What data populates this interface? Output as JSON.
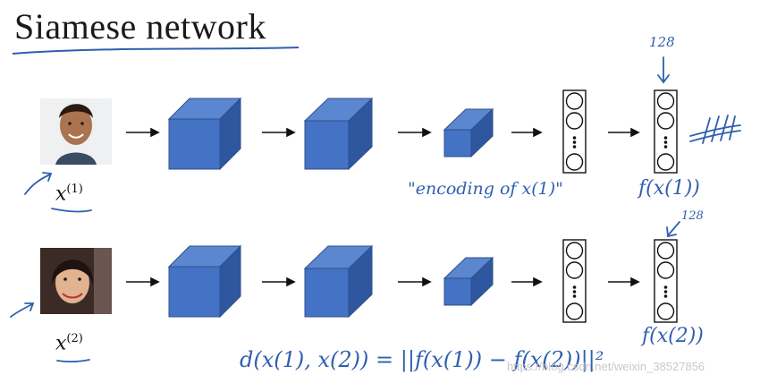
{
  "title": "Siamese network",
  "inputs": [
    {
      "label_base": "x",
      "label_sup": "(1)"
    },
    {
      "label_base": "x",
      "label_sup": "(2)"
    }
  ],
  "annotations": {
    "dim_top": "128",
    "dim_bottom": "128",
    "encoding_note": "\"encoding of x(1)\"",
    "f_top": "f(x(1))",
    "f_bottom": "f(x(2))",
    "distance_eq": "d(x(1), x(2)) = ||f(x(1)) − f(x(2))||²"
  },
  "watermark": "https://blog.csdn.net/weixin_38527856",
  "colors": {
    "cube_front": "#4472c4",
    "cube_top": "#5b86d0",
    "cube_side": "#2f57a0",
    "ink": "#2f5fae"
  }
}
